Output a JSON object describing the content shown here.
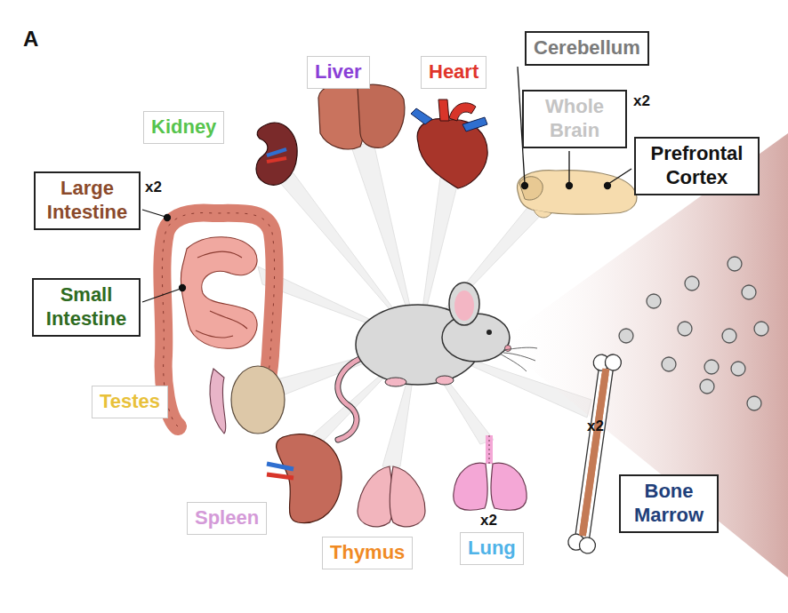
{
  "diagram": {
    "nodes": [
      {
        "text": [
          "Cerebellum"
        ]
      },
      {
        "text": [
          "Liver"
        ]
      },
      {
        "text": [
          "Heart"
        ]
      },
      {
        "text": [
          "Whole Brain"
        ]
      },
      {
        "text": [
          "Kidney"
        ]
      },
      {
        "text": [
          "Prefrontal Cortex"
        ]
      },
      {
        "text": [
          "Large Intestine"
        ]
      },
      {
        "text": [
          "Small Intestine"
        ]
      },
      {
        "text": [
          "Testes"
        ]
      },
      {
        "text": [
          "Bone Marrow"
        ]
      },
      {
        "text": [
          "Spleen"
        ]
      },
      {
        "text": [
          "Lung"
        ]
      },
      {
        "text": [
          "Thymus"
        ]
      }
    ],
    "labels": [
      "A",
      "x2",
      "x2",
      "x2",
      "x2"
    ]
  }
}
